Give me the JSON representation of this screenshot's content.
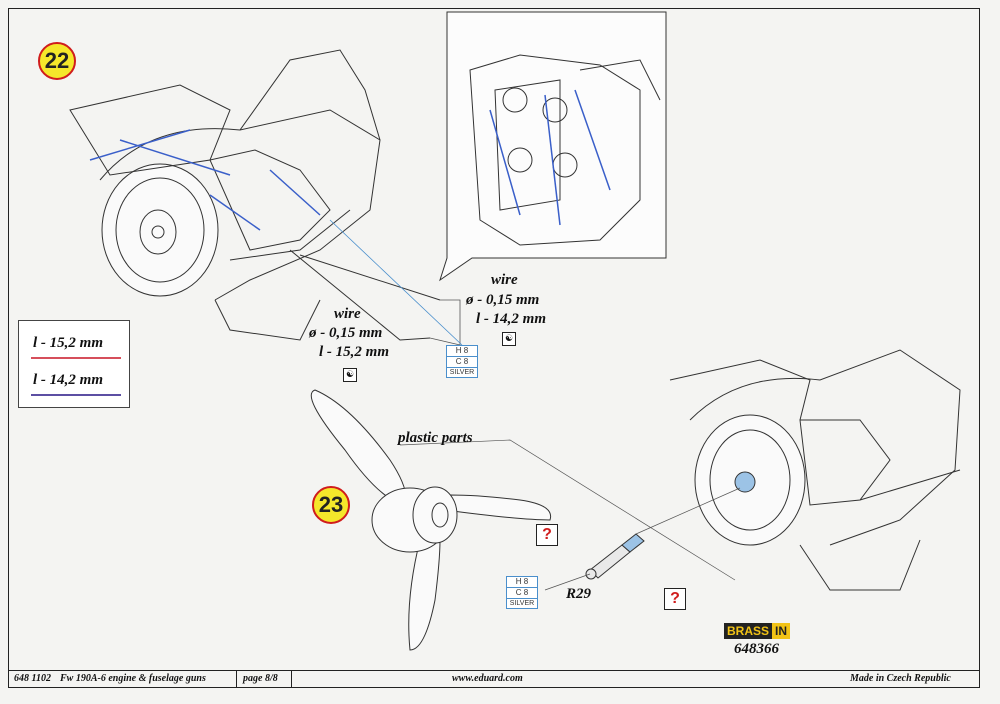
{
  "steps": {
    "s22": "22",
    "s23": "23"
  },
  "wire_right": {
    "title": "wire",
    "diameter": "ø - 0,15 mm",
    "length": "l - 14,2 mm"
  },
  "wire_left": {
    "title": "wire",
    "diameter": "ø - 0,15 mm",
    "length": "l - 15,2 mm"
  },
  "paint_code": {
    "line1": "H 8",
    "line2": "C 8",
    "line3": "SILVER"
  },
  "legend": {
    "item1": "l - 15,2 mm",
    "item2": "l - 14,2 mm",
    "color1": "#d64f5b",
    "color2": "#5c4fa3"
  },
  "plastic_label": "plastic parts",
  "part_code": "R29",
  "question": "?",
  "symbol": "☯",
  "brassin": {
    "part1": "BRASS",
    "part2": "IN",
    "code": "648366"
  },
  "footer": {
    "catalog": "648 1102",
    "title": "Fw 190A-6 engine & fuselage guns",
    "page": "page 8/8",
    "website": "www.eduard.com",
    "origin": "Made in Czech Republic"
  },
  "colors": {
    "wire": "#3a5fc9",
    "accent_red": "#d01c1c",
    "accent_yellow": "#f5e72b",
    "callout_blue": "#4a8fcc"
  }
}
